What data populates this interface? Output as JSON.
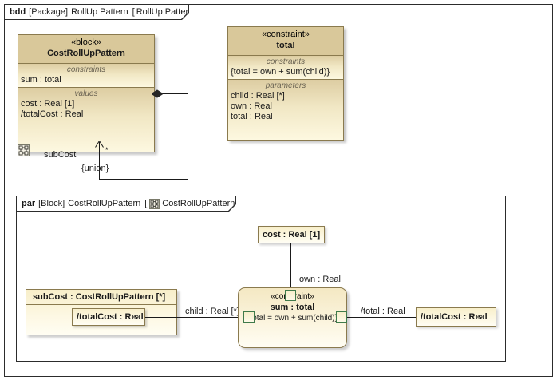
{
  "bdd_frame": {
    "kind": "bdd",
    "meta": "[Package]",
    "name": "RollUp Pattern",
    "bracket_open": "[",
    "diagram_name": "RollUp Pattern",
    "bracket_close": "]"
  },
  "par_frame": {
    "kind": "par",
    "meta": "[Block]",
    "name": "CostRollUpPattern",
    "bracket_open": "[",
    "diagram_name": "CostRollUpPattern",
    "bracket_close": "]",
    "icon": "parametric-diagram-icon"
  },
  "bdd": {
    "block": {
      "stereotype": "«block»",
      "name": "CostRollUpPattern",
      "constraints_label": "constraints",
      "constraints": [
        "sum : total"
      ],
      "values_label": "values",
      "values": [
        "cost : Real [1]",
        "/totalCost : Real"
      ],
      "spec_icon": "parametric-diagram-icon"
    },
    "constraint_block": {
      "stereotype": "«constraint»",
      "name": "total",
      "constraints_label": "constraints",
      "constraints": [
        "{total = own + sum(child)}"
      ],
      "parameters_label": "parameters",
      "parameters": [
        "child : Real [*]",
        "own : Real",
        "total : Real"
      ]
    },
    "association": {
      "end_label": "subCost",
      "multiplicity": "*",
      "property_modifier": "{union}",
      "aggregation": "composite-diamond"
    }
  },
  "par": {
    "cost_property": "cost : Real [1]",
    "subcost_part": {
      "title": "subCost : CostRollUpPattern [*]",
      "nested_value": "/totalCost : Real"
    },
    "constraint": {
      "stereotype": "«constraint»",
      "name": "sum : total",
      "expression": "{total = own + sum(child)}",
      "ports": [
        {
          "name": "own-parameter-port"
        },
        {
          "name": "child-parameter-port"
        },
        {
          "name": "total-parameter-port"
        }
      ]
    },
    "totalcost_property": "/totalCost : Real",
    "binding_connectors": [
      {
        "label": "own : Real"
      },
      {
        "label": "child : Real [*]"
      },
      {
        "label": "/total : Real"
      }
    ]
  },
  "colors": {
    "block_header": "#d9c89a",
    "block_body": "#f5ecc8",
    "border": "#8a7a4e",
    "frame_border": "#2c2c2c",
    "port_border": "#3f7a4a",
    "canvas": "#ffffff"
  }
}
